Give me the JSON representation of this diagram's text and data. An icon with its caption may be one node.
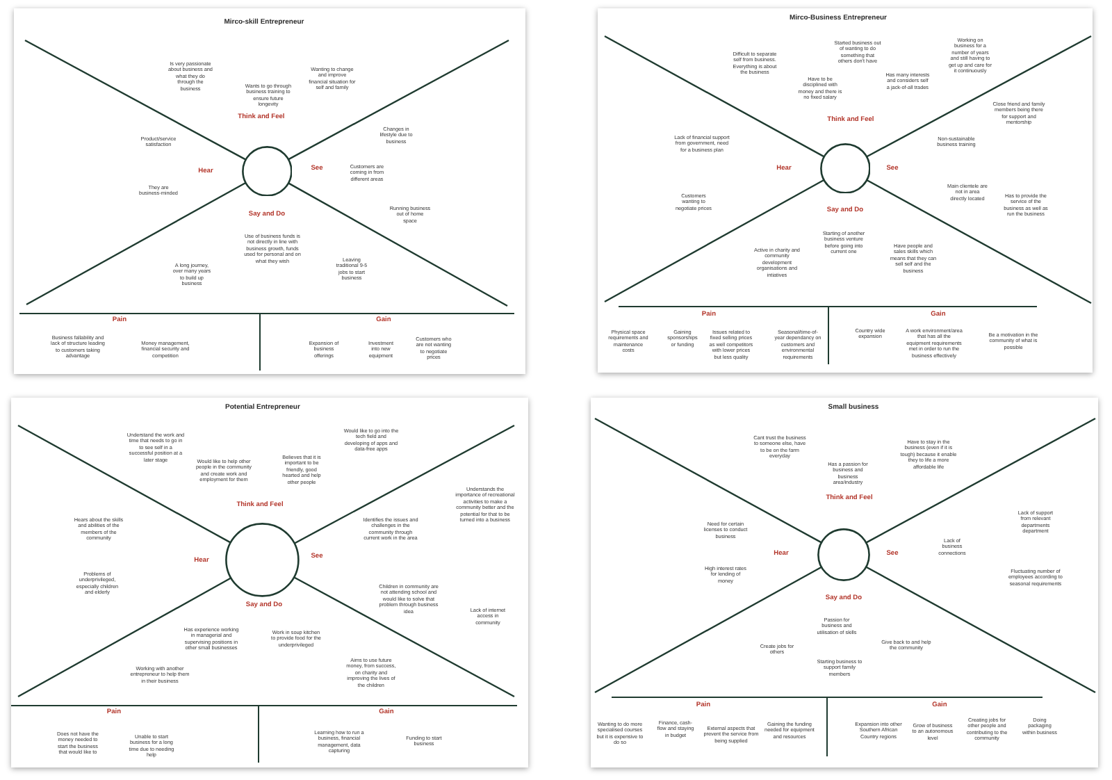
{
  "diagram": {
    "nodes": [
      {
        "text": [
          "Mirco-skill Entrepreneur"
        ]
      },
      {
        "text": [
          "Think and Feel",
          "Is very passionate about business and what they do through the business",
          "Wants to go through business training to ensure future longevity",
          "Wanting to change and improve financial situation for self and family"
        ],
        "in": 0
      },
      {
        "text": [
          "Hear",
          "Product/service satisfaction",
          "They are business-minded"
        ],
        "in": 0
      },
      {
        "text": [],
        "shape": "circle",
        "in": 0
      },
      {
        "text": [
          "See",
          "Changes in lifestyle due to business",
          "Customers are coming in from different areas",
          "Running business out of home space"
        ],
        "in": 0
      },
      {
        "text": [
          "Say and Do",
          "Use of business funds is not directly in line with business growth, funds used for personal and on what they wish",
          "A long journey, over many years to build up business",
          "Leaving traditional 9-5 jobs to start business"
        ],
        "in": 0
      },
      {
        "text": [
          "Pain",
          "Business fallability and lack of structure leading to customers taking advantage",
          "Money management, financial security and competition"
        ],
        "in": 0
      },
      {
        "text": [
          "Gain",
          "Expansion of business offerings",
          "Investment into new equipment",
          "Customers who are not wanting to negotiate prices"
        ],
        "in": 0
      },
      {
        "text": [
          "Mirco-Business Entrepreneur"
        ]
      },
      {
        "text": [
          "Think and Feel",
          "Difficult to separate self from business. Everything is about the business",
          "Started business out of wanting to do something that others don't have",
          "Working on business for a number of years and still having to get up and care for it continuously",
          "Have to be disciplined with money and there is no fixed salary",
          "Has many interests and considers self a jack-of-all trades"
        ],
        "in": 8
      },
      {
        "text": [
          "Hear",
          "Lack of financial support from government, need for a business plan",
          "Customers wanting to negotiate prices"
        ],
        "in": 8
      },
      {
        "text": [],
        "shape": "circle",
        "in": 8
      },
      {
        "text": [
          "See",
          "Close friend and family members being there for support and mentorship",
          "Non-sustainable business training",
          "Main clientele are not in area directly located",
          "Has to provide the service of the business as well as run the business"
        ],
        "in": 8
      },
      {
        "text": [
          "Say and Do",
          "Starting of another business venture before going into current one",
          "Active in charity and community development organisations and intiatives",
          "Have people and sales skills which means that they can sell self and the business"
        ],
        "in": 8
      },
      {
        "text": [
          "Pain",
          "Physical space requirements and maintenance costs",
          "Gaining sponsorships or funding",
          "Issues related to fixed selling prices as well competitors with lower prices but less quality",
          "Seasonal/time-of-year dependancy on customers and environmental requirements"
        ],
        "in": 8
      },
      {
        "text": [
          "Gain",
          "Country wide expansion",
          "A work environment/area that has all the equipment requirements met in order to run the business effectively",
          "Be a motivation in the community of what is possible"
        ],
        "in": 8
      },
      {
        "text": [
          "Potential Entrepreneur"
        ]
      },
      {
        "text": [
          "Think and Feel",
          "Understand the work and time that needs to go in to see self in a successful position at a later stage",
          "Would like to help other people in the community and create work and employment for them",
          "Believes that it is important to be friendly, good hearted and help other people",
          "Would like to go into the tech field and developing of apps and data-free apps"
        ],
        "in": 16
      },
      {
        "text": [
          "Hear",
          "Hears about the skills and abilities of the members of the community",
          "Problems of underprivileged, especially children and elderly"
        ],
        "in": 16
      },
      {
        "text": [],
        "shape": "circle",
        "in": 16
      },
      {
        "text": [
          "See",
          "Understands the importance of recreational activities to make a community better and the potential for that to be turned into a business",
          "Identifies the issues and challenges in the community through current work in the area",
          "Children in community are not attending school and would like to solve that problem through business idea",
          "Lack of internet access in community"
        ],
        "in": 16
      },
      {
        "text": [
          "Say and Do",
          "Has experience working in managerial and supervising positions in other small businesses",
          "Work in soup kitchen to provide food for the underprivileged",
          "Working with another entrepreneur to help them in their business",
          "Aims to use future money, from success, on charity and improving the lives of the children"
        ],
        "in": 16
      },
      {
        "text": [
          "Pain",
          "Does not have the money needed to start the business that would like to",
          "Unable to start business for a long time due to needing help"
        ],
        "in": 16
      },
      {
        "text": [
          "Gain",
          "Learning how to run a business, financial management, data capturing",
          "Funding to start business"
        ],
        "in": 16
      },
      {
        "text": [
          "Small business"
        ]
      },
      {
        "text": [
          "Think and Feel",
          "Cant trust the business to someone else, have to be on the farm everyday",
          "Has a passion for business and business area/industry",
          "Have to stay in the business (even if it is tough) because it enable they to life a more affordable life"
        ],
        "in": 24
      },
      {
        "text": [
          "Hear",
          "Need for certain licenses to conduct business",
          "High interest rates for lending of money"
        ],
        "in": 24
      },
      {
        "text": [],
        "shape": "circle",
        "in": 24
      },
      {
        "text": [
          "See",
          "Lack of support from relevant departments department",
          "Lack of business connections",
          "Fluctuating number of employees according to seasonal requirements"
        ],
        "in": 24
      },
      {
        "text": [
          "Say and Do",
          "Passion for business and utilisation of skills",
          "Create jobs for others",
          "Give back to and help the community",
          "Starting business to support family members"
        ],
        "in": 24
      },
      {
        "text": [
          "Pain",
          "Wanting to do more specialised courses but it is expensive to do so",
          "Finance, cash-flow and staying in budget",
          "External aspects that prevent the service from being supplied",
          "Gaining the funding needed for equipment and resources"
        ],
        "in": 24
      },
      {
        "text": [
          "Gain",
          "Expansion into other Southern African Country regions",
          "Grow of business to an autonomous level",
          "Creating jobs for other people and contributing to the community",
          "Doing packaging within business"
        ],
        "in": 24
      }
    ]
  }
}
